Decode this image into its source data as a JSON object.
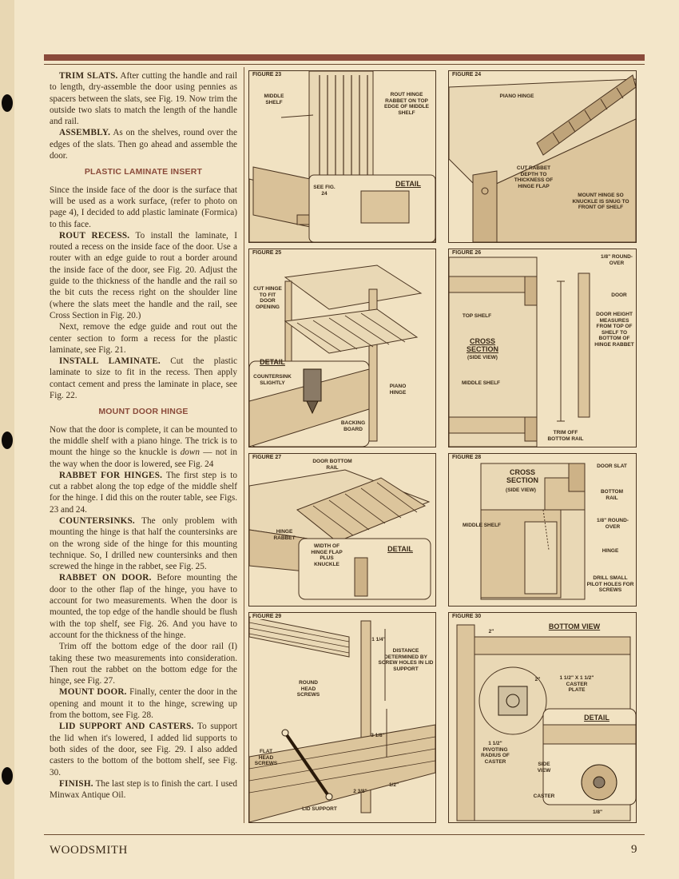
{
  "text": {
    "trim_slats_head": "TRIM SLATS.",
    "trim_slats_body": "After cutting the handle and rail to length, dry-assemble the door using pennies as spacers between the slats, see Fig. 19. Now trim the outside two slats to match the length of the handle and rail.",
    "assembly_head": "ASSEMBLY.",
    "assembly_body": "As on the shelves, round over the edges of the slats. Then go ahead and assemble the door.",
    "plastic_heading": "PLASTIC LAMINATE INSERT",
    "plastic_intro": "Since the inside face of the door is the surface that will be used as a work surface, (refer to photo on page 4), I decided to add plastic laminate (Formica) to this face.",
    "rout_recess_head": "ROUT RECESS.",
    "rout_recess_body": "To install the laminate, I routed a recess on the inside face of the door. Use a router with an edge guide to rout a border around the inside face of the door, see Fig. 20. Adjust the guide to the thickness of the handle and the rail so the bit cuts the recess right on the shoulder line (where the slats meet the handle and the rail, see Cross Section in Fig. 20.)",
    "next_para": "Next, remove the edge guide and rout out the center section to form a recess for the plastic laminate, see Fig. 21.",
    "install_head": "INSTALL LAMINATE.",
    "install_body": "Cut the plastic laminate to size to fit in the recess. Then apply contact cement and press the laminate in place, see Fig. 22.",
    "mount_heading": "MOUNT DOOR HINGE",
    "mount_intro_a": "Now that the door is complete, it can be mounted to the middle shelf with a piano hinge. The trick is to mount the hinge so the knuckle is ",
    "mount_intro_em": "down",
    "mount_intro_b": " — not in the way when the door is lowered, see Fig. 24",
    "rabbet_hinges_head": "RABBET FOR HINGES.",
    "rabbet_hinges_body": "The first step is to cut a rabbet along the top edge of the middle shelf for the hinge. I did this on the router table, see Figs. 23 and 24.",
    "countersinks_head": "COUNTERSINKS.",
    "countersinks_body": "The only problem with mounting the hinge is that half the countersinks are on the wrong side of the hinge for this mounting technique. So, I drilled new countersinks and then screwed the hinge in the rabbet, see Fig. 25.",
    "rabbet_door_head": "RABBET ON DOOR.",
    "rabbet_door_body": "Before mounting the door to the other flap of the hinge, you have to account for two measurements. When the door is mounted, the top edge of the handle should be flush with the top shelf, see Fig. 26. And you have to account for the thickness of the hinge.",
    "trim_off_para": "Trim off the bottom edge of the door rail (I) taking these two measurements into consideration. Then rout the rabbet on the bottom edge for the hinge, see Fig. 27.",
    "mount_door_head": "MOUNT DOOR.",
    "mount_door_body": "Finally, center the door in the opening and mount it to the hinge, screwing up from the bottom, see Fig. 28.",
    "lid_head": "LID SUPPORT AND CASTERS.",
    "lid_body": "To support the lid when it's lowered, I added lid supports to both sides of the door, see Fig. 29. I also added casters to the bottom of the bottom shelf, see Fig. 30.",
    "finish_head": "FINISH.",
    "finish_body": "The last step is to finish the cart. I used Minwax Antique Oil."
  },
  "figures": {
    "fig23": {
      "title": "FIGURE 23",
      "labels": [
        "MIDDLE SHELF",
        "ROUT HINGE RABBET ON TOP EDGE OF MIDDLE SHELF",
        "SEE FIG. 24",
        "DETAIL"
      ]
    },
    "fig24": {
      "title": "FIGURE 24",
      "labels": [
        "PIANO HINGE",
        "CUT RABBET DEPTH TO THICKNESS OF HINGE FLAP",
        "MOUNT HINGE SO KNUCKLE IS SNUG TO FRONT OF SHELF"
      ]
    },
    "fig25": {
      "title": "FIGURE 25",
      "labels": [
        "CUT HINGE TO FIT DOOR OPENING",
        "DETAIL",
        "COUNTERSINK SLIGHTLY",
        "PIANO HINGE",
        "BACKING BOARD"
      ]
    },
    "fig26": {
      "title": "FIGURE 26",
      "labels": [
        "1/8\" ROUND-OVER",
        "DOOR",
        "TOP SHELF",
        "CROSS SECTION",
        "(SIDE VIEW)",
        "DOOR HEIGHT MEASURES FROM TOP OF SHELF TO BOTTOM OF HINGE RABBET",
        "MIDDLE SHELF",
        "TRIM OFF BOTTOM RAIL"
      ]
    },
    "fig27": {
      "title": "FIGURE 27",
      "labels": [
        "DOOR BOTTOM RAIL",
        "HINGE RABBET",
        "WIDTH OF HINGE FLAP PLUS KNUCKLE",
        "DETAIL"
      ]
    },
    "fig28": {
      "title": "FIGURE 28",
      "labels": [
        "CROSS SECTION",
        "(SIDE VIEW)",
        "DOOR SLAT",
        "BOTTOM RAIL",
        "MIDDLE SHELF",
        "1/8\" ROUND-OVER",
        "HINGE",
        "DRILL SMALL PILOT HOLES FOR SCREWS"
      ]
    },
    "fig29": {
      "title": "FIGURE 29",
      "labels": [
        "1 1/4\"",
        "DISTANCE DETERMINED BY SCREW HOLES IN LID SUPPORT",
        "ROUND HEAD SCREWS",
        "3 1/8\"",
        "FLAT HEAD SCREWS",
        "1/2\"",
        "2 3/8\"",
        "LID SUPPORT"
      ]
    },
    "fig30": {
      "title": "FIGURE 30",
      "labels": [
        "BOTTOM VIEW",
        "2\"",
        "2\"",
        "1 1/2\" x 1 1/2\" CASTER PLATE",
        "DETAIL",
        "1 1/2\" PIVOTING RADIUS OF CASTER",
        "SIDE VIEW",
        "CASTER",
        "1/8\""
      ]
    }
  },
  "footer": {
    "magazine": "WOODSMITH",
    "page": "9"
  }
}
